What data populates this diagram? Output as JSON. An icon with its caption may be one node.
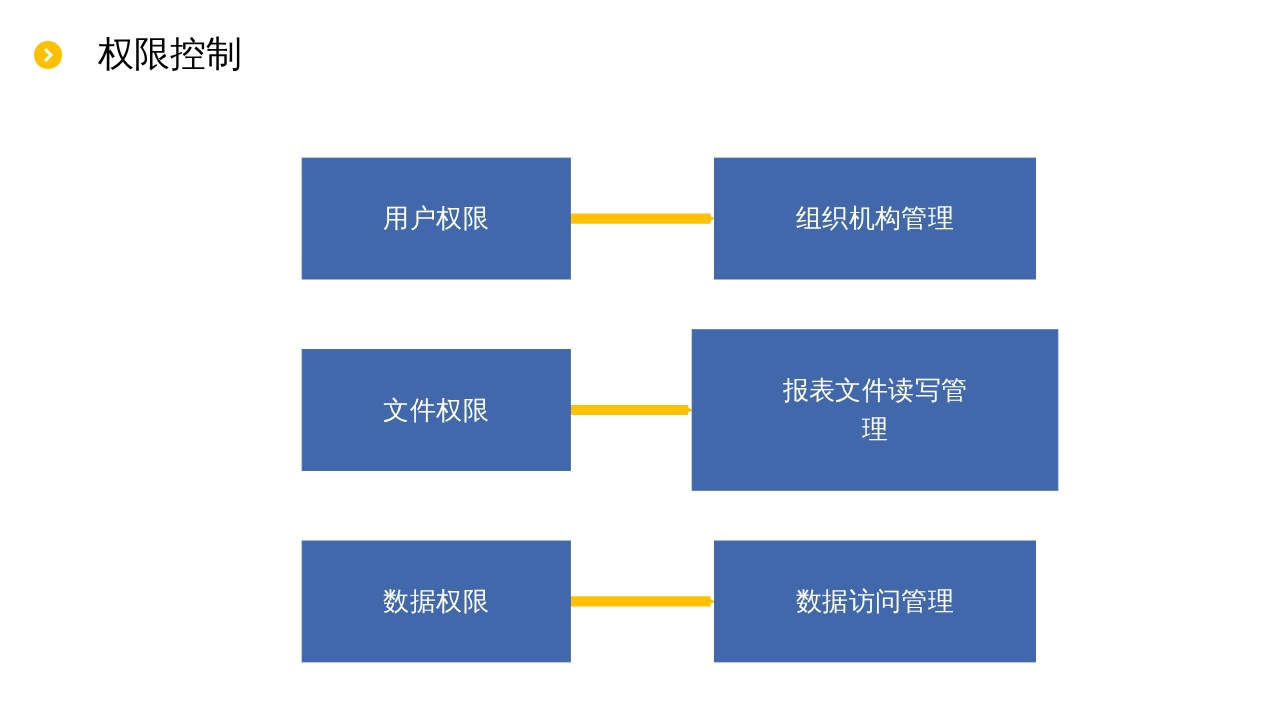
{
  "diagram": {
    "title": "权限控制",
    "nodes": [
      {
        "text": [
          "用户权限"
        ]
      },
      {
        "text": [
          "组织机构管理"
        ]
      },
      {
        "text": [
          "文件权限"
        ]
      },
      {
        "text": [
          "报表文件读写管理"
        ]
      },
      {
        "text": [
          "数据权限"
        ]
      },
      {
        "text": [
          "数据访问管理"
        ]
      }
    ],
    "edges": [
      {
        "from": 0,
        "to": 1,
        "arrow": "to"
      },
      {
        "from": 2,
        "to": 3,
        "arrow": "to"
      },
      {
        "from": 4,
        "to": 5,
        "arrow": "to"
      }
    ]
  }
}
